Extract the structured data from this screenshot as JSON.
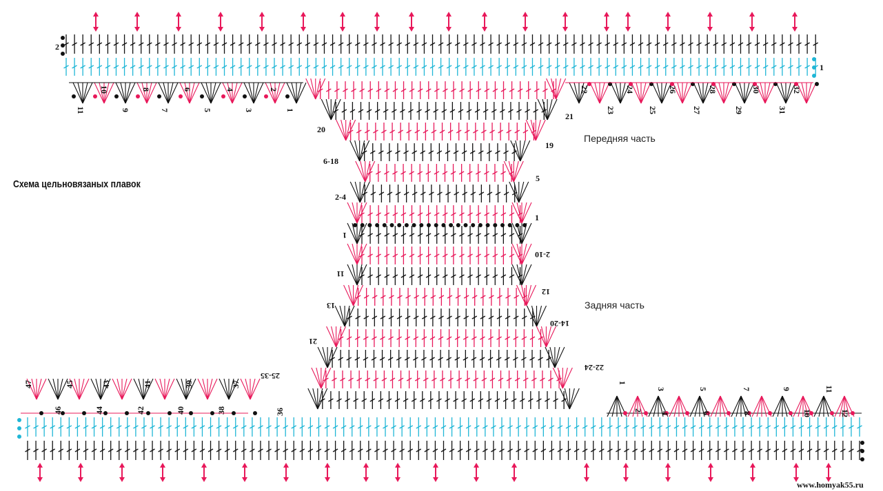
{
  "title": "Схема цельновязаных плавок",
  "front_label": "Передняя часть",
  "back_label": "Задняя часть",
  "watermark": "www.homyak55.ru",
  "colors": {
    "pink": "#e8185a",
    "cyan": "#1fb6d6",
    "black": "#111111"
  },
  "row_labels": {
    "top_row": "2",
    "top_cyan_row": "1"
  },
  "top_left_shells": [
    "11",
    "10",
    "9",
    "8",
    "7",
    "6",
    "5",
    "4",
    "3",
    "2",
    "1"
  ],
  "top_right_shells": [
    "22",
    "23",
    "24",
    "25",
    "26",
    "27",
    "28",
    "29",
    "30",
    "31",
    "32",
    "21"
  ],
  "front_side_left": [
    "20",
    "6-18",
    "2-4"
  ],
  "front_side_right": [
    "19",
    "5",
    "1"
  ],
  "back_side_left": [
    "1",
    "11",
    "13",
    "21",
    "25-35",
    "36"
  ],
  "back_side_right": [
    "2-10",
    "12",
    "14-20",
    "22-24"
  ],
  "bottom_left_shells": [
    "47",
    "46",
    "45",
    "44",
    "43",
    "42",
    "41",
    "40",
    "39",
    "38",
    "37"
  ],
  "bottom_right_shells": [
    "1",
    "2",
    "3",
    "4",
    "5",
    "6",
    "7",
    "8",
    "9",
    "10",
    "11",
    "12"
  ]
}
